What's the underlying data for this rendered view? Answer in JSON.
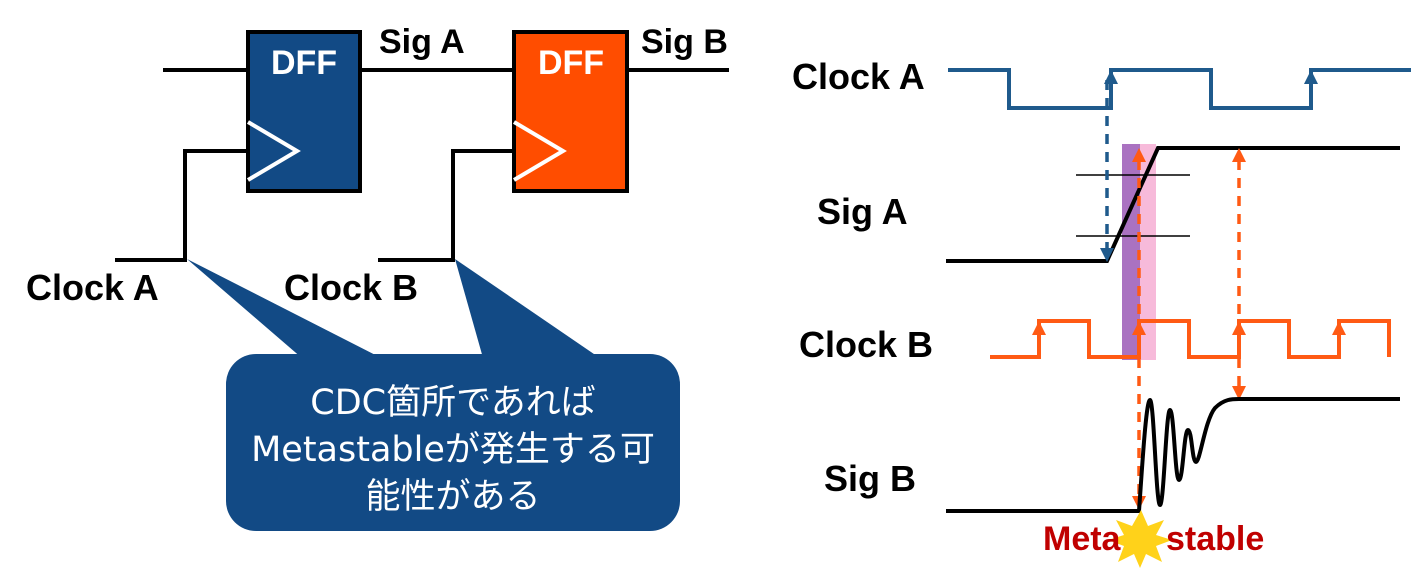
{
  "circuit": {
    "dff_a_label": "DFF",
    "dff_b_label": "DFF",
    "sig_a_label": "Sig A",
    "sig_b_label": "Sig B",
    "clock_a_label": "Clock A",
    "clock_b_label": "Clock B"
  },
  "callout": {
    "line1": "CDC箇所であれば",
    "line2": "Metastableが発生する可",
    "line3": "能性がある"
  },
  "timing": {
    "clock_a_label": "Clock A",
    "sig_a_label": "Sig A",
    "clock_b_label": "Clock B",
    "sig_b_label": "Sig B",
    "meta_left": "Meta",
    "meta_right": "stable"
  },
  "colors": {
    "dff_a_fill": "#124a85",
    "dff_b_fill": "#ff4d00",
    "callout_fill": "#124a85",
    "clock_a_wave": "#1f5a8c",
    "clock_b_wave": "#ff5a14",
    "metastable_text": "#c00000",
    "setup_window": "#9b59b6",
    "hold_window": "#f7b6d8",
    "burst": "#ffd21a"
  }
}
